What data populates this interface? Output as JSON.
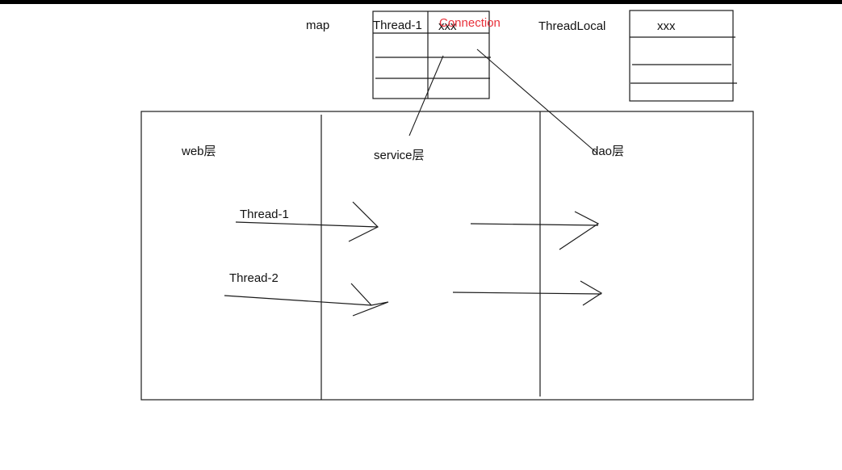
{
  "colors": {
    "stroke": "#1a1a1a",
    "accent_text": "#e8303a",
    "top_band": "#000000",
    "background": "#ffffff"
  },
  "map_table": {
    "caption": "map",
    "key_header": "Thread-1",
    "value_header": "xxx",
    "value_annotation": "Connection"
  },
  "threadlocal_table": {
    "caption": "ThreadLocal",
    "header": "xxx"
  },
  "layers": {
    "web": "web层",
    "service": "service层",
    "dao": "dao层"
  },
  "threads": [
    {
      "label": "Thread-1"
    },
    {
      "label": "Thread-2"
    }
  ]
}
